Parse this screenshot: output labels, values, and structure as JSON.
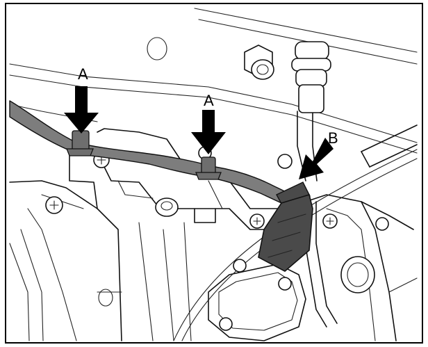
{
  "labels": {
    "a_left": "A",
    "a_right": "A",
    "b": "B"
  },
  "colors": {
    "harness": "#7d7d7d",
    "connector": "#4a4a4a",
    "frame": "#000000"
  }
}
